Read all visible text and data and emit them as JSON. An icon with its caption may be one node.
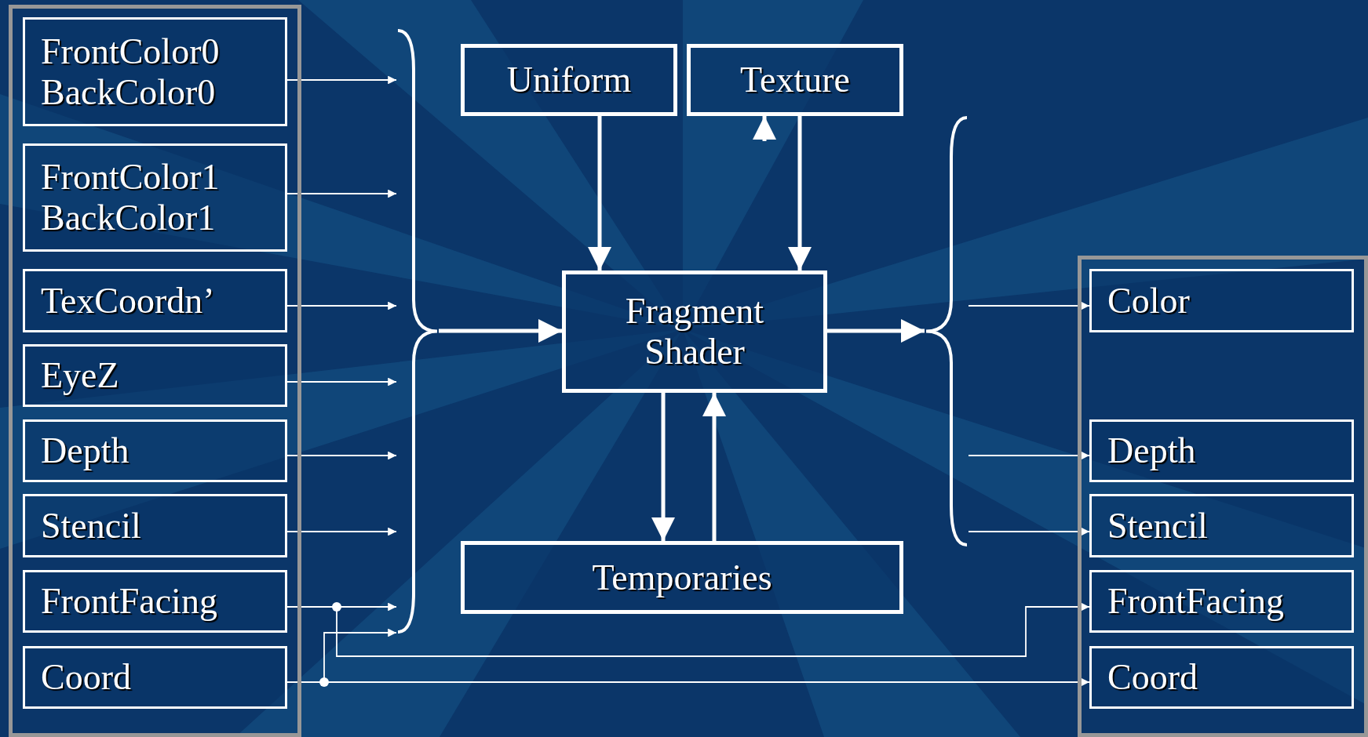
{
  "diagram": {
    "nodes": [
      {
        "text": [],
        "shape": "box"
      },
      {
        "text": [
          "FrontColor0 BackColor0"
        ],
        "in": 0
      },
      {
        "text": [
          "FrontColor1 BackColor1"
        ],
        "in": 0
      },
      {
        "text": [
          "TexCoordn’"
        ],
        "in": 0
      },
      {
        "text": [
          "EyeZ"
        ],
        "in": 0
      },
      {
        "text": [
          "Depth"
        ],
        "in": 0
      },
      {
        "text": [
          "Stencil"
        ],
        "in": 0
      },
      {
        "text": [
          "FrontFacing"
        ],
        "in": 0
      },
      {
        "text": [
          "Coord"
        ],
        "in": 0
      },
      {
        "text": [
          "Uniform"
        ]
      },
      {
        "text": [
          "Texture"
        ]
      },
      {
        "text": [
          "Fragment Shader"
        ]
      },
      {
        "text": [
          "Temporaries"
        ]
      },
      {
        "text": [],
        "shape": "box"
      },
      {
        "text": [
          "Color"
        ],
        "in": 13
      },
      {
        "text": [
          "Depth"
        ],
        "in": 13
      },
      {
        "text": [
          "Stencil"
        ],
        "in": 13
      },
      {
        "text": [
          "FrontFacing"
        ],
        "in": 13
      },
      {
        "text": [
          "Coord"
        ],
        "in": 13
      },
      {
        "text": [],
        "shape": "brace"
      },
      {
        "text": [],
        "shape": "brace"
      }
    ],
    "edges": [
      {
        "from": 1,
        "to": 19,
        "arrow": "to"
      },
      {
        "from": 2,
        "to": 19,
        "arrow": "to"
      },
      {
        "from": 3,
        "to": 19,
        "arrow": "to"
      },
      {
        "from": 4,
        "to": 19,
        "arrow": "to"
      },
      {
        "from": 5,
        "to": 19,
        "arrow": "to"
      },
      {
        "from": 6,
        "to": 19,
        "arrow": "to"
      },
      {
        "from": 7,
        "to": 19,
        "arrow": "to"
      },
      {
        "from": 8,
        "to": 19,
        "arrow": "to"
      },
      {
        "from": 7,
        "to": 17,
        "arrow": "to"
      },
      {
        "from": 8,
        "to": 18,
        "arrow": "to"
      },
      {
        "from": 9,
        "to": 11,
        "arrow": "to",
        "style": "thick"
      },
      {
        "from": 10,
        "to": 11,
        "arrow": "to",
        "style": "thick"
      },
      {
        "from": null,
        "to": 10,
        "arrow": "to",
        "style": "thick"
      },
      {
        "from": 19,
        "to": 11,
        "arrow": "to",
        "style": "thick"
      },
      {
        "from": 11,
        "to": 20,
        "arrow": "to",
        "style": "thick"
      },
      {
        "from": 11,
        "to": 12,
        "arrow": "to",
        "style": "thick"
      },
      {
        "from": 12,
        "to": 11,
        "arrow": "to",
        "style": "thick"
      },
      {
        "from": 20,
        "to": 14,
        "arrow": "to"
      },
      {
        "from": 20,
        "to": 15,
        "arrow": "to"
      },
      {
        "from": 20,
        "to": 16,
        "arrow": "to"
      }
    ]
  }
}
